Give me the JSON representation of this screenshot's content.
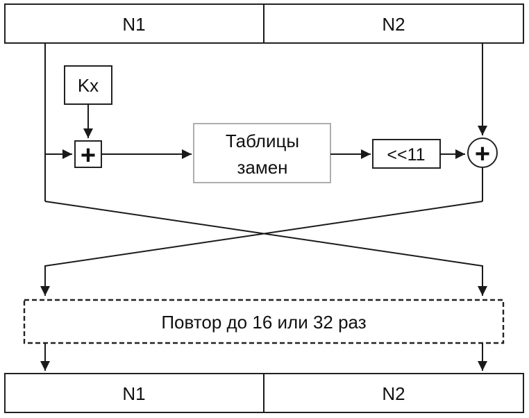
{
  "top_register": {
    "left_label": "N1",
    "right_label": "N2"
  },
  "key_label": "Kx",
  "adder_symbol": "+",
  "sbox_label": {
    "line1": "Таблицы",
    "line2": "замен"
  },
  "shift_label": "<<11",
  "xor_symbol": "+",
  "repeat_label": "Повтор до 16 или 32 раз",
  "bottom_register": {
    "left_label": "N1",
    "right_label": "N2"
  }
}
